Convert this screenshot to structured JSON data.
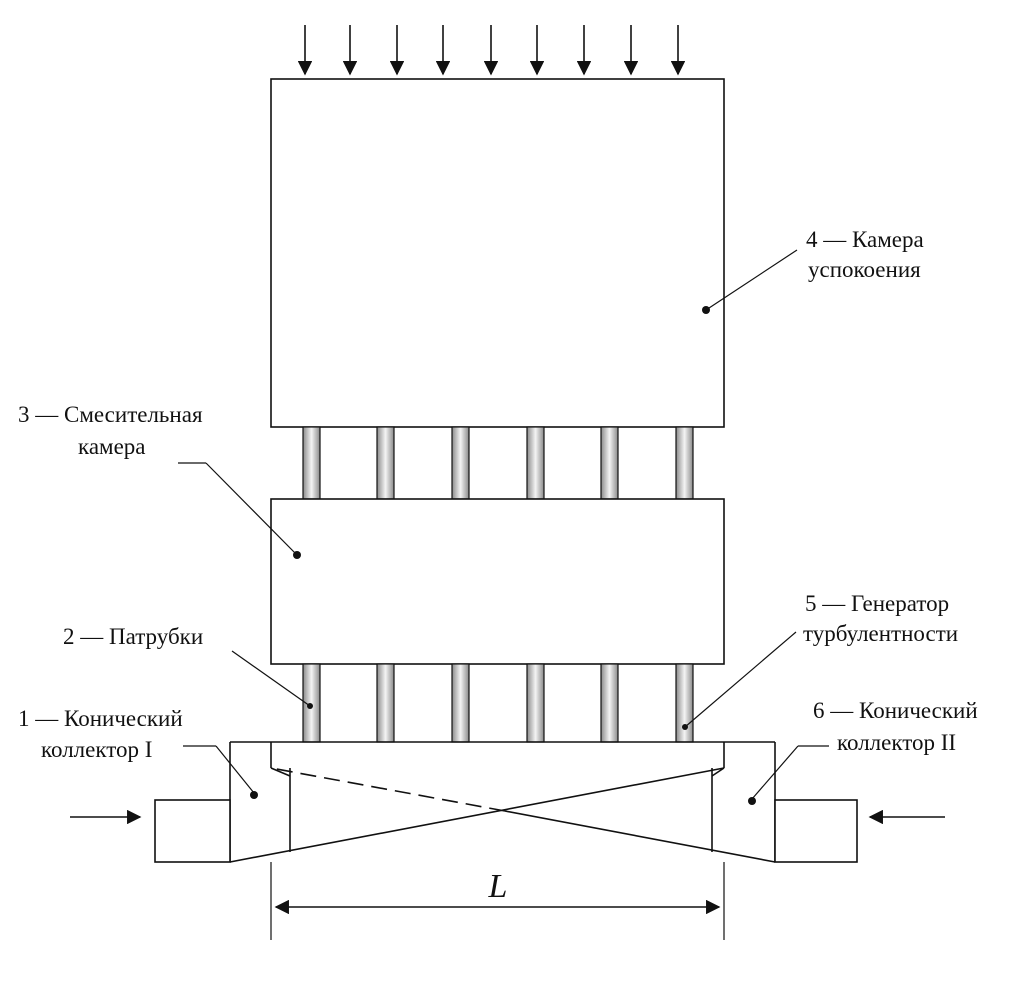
{
  "labels": {
    "settling_chamber": [
      "4 — Камера",
      "успокоения"
    ],
    "mixing_chamber": [
      "3 — Смесительная",
      "камера"
    ],
    "nozzles": [
      "2 — Патрубки"
    ],
    "turbulence_generator": [
      "5 — Генератор",
      "турбулентности"
    ],
    "collector_1": [
      "1 — Конический",
      "коллектор I"
    ],
    "collector_2": [
      "6 — Конический",
      "коллектор II"
    ]
  },
  "dimension": "L",
  "colors": {
    "line": "#111111",
    "pipe_shade": "#9a9a9a",
    "background": "#ffffff"
  }
}
